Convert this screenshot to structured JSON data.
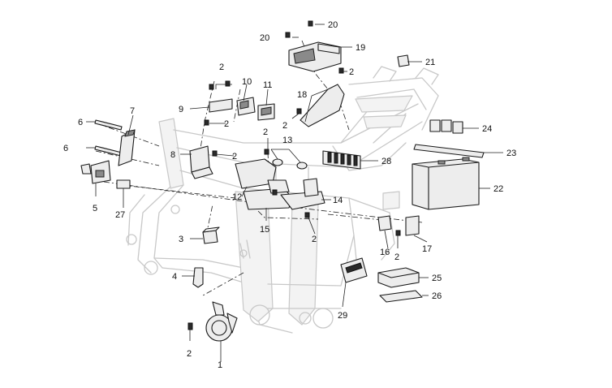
{
  "callouts": {
    "c1": "1",
    "c2a": "2",
    "c2b": "2",
    "c2c": "2",
    "c2d": "2",
    "c2e": "2",
    "c2f": "2",
    "c2g": "2",
    "c2h": "2",
    "c2i": "2",
    "c3": "3",
    "c4": "4",
    "c5": "5",
    "c6a": "6",
    "c6b": "6",
    "c7": "7",
    "c8": "8",
    "c9": "9",
    "c10": "10",
    "c11": "11",
    "c12": "12",
    "c13": "13",
    "c14": "14",
    "c15": "15",
    "c16": "16",
    "c17": "17",
    "c18": "18",
    "c19": "19",
    "c20a": "20",
    "c20b": "20",
    "c21": "21",
    "c22": "22",
    "c23": "23",
    "c24": "24",
    "c25": "25",
    "c26": "26",
    "c27": "27",
    "c28": "28",
    "c29": "29"
  }
}
